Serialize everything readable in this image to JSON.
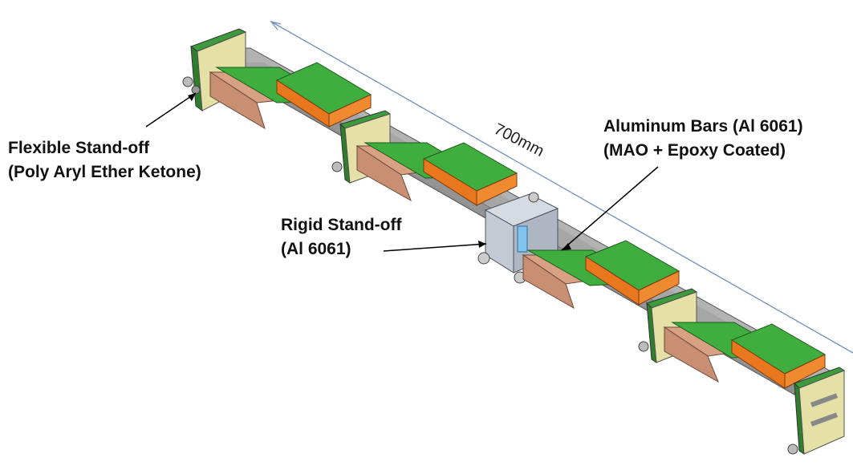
{
  "labels": {
    "flexible_standoff": {
      "line1": "Flexible Stand-off",
      "line2": "(Poly Aryl Ether Ketone)"
    },
    "rigid_standoff": {
      "line1": "Rigid Stand-off",
      "line2": "(Al 6061)"
    },
    "aluminum_bars": {
      "line1": "Aluminum Bars (Al 6061)",
      "line2": "(MAO + Epoxy Coated)"
    },
    "dimension": "700mm"
  },
  "colors": {
    "bar": "#a9a9a9",
    "pcb": "#3fae3f",
    "connector": "#e8771e",
    "flex_connector": "#d9a184",
    "standoff": "#e4e0a6",
    "rigid": "#c3cad3",
    "dim_line": "#6f8fbf"
  }
}
